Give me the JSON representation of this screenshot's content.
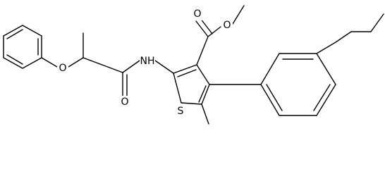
{
  "atom_labels": {
    "ester_oxygen_1": "O",
    "ester_oxygen_2": "O",
    "amide_nitrogen": "NH",
    "amide_oxygen": "O",
    "ether_oxygen": "O",
    "thiophene_sulfur": "S"
  }
}
